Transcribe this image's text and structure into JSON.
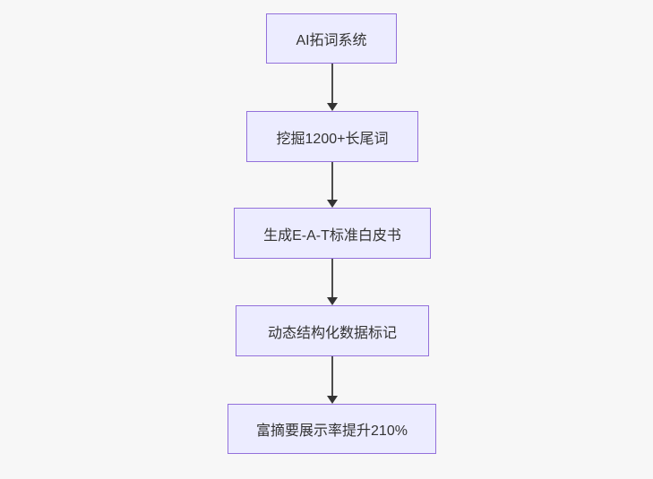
{
  "diagram": {
    "type": "flowchart",
    "direction": "top-down",
    "nodes": [
      {
        "id": "n1",
        "label": "AI拓词系统"
      },
      {
        "id": "n2",
        "label": "挖掘1200+长尾词"
      },
      {
        "id": "n3",
        "label": "生成E-A-T标准白皮书"
      },
      {
        "id": "n4",
        "label": "动态结构化数据标记"
      },
      {
        "id": "n5",
        "label": "富摘要展示率提升210%"
      }
    ],
    "edges": [
      {
        "from": "n1",
        "to": "n2"
      },
      {
        "from": "n2",
        "to": "n3"
      },
      {
        "from": "n3",
        "to": "n4"
      },
      {
        "from": "n4",
        "to": "n5"
      }
    ],
    "colors": {
      "node_fill": "#ececff",
      "node_border": "#9370db",
      "node_text": "#333333",
      "arrow": "#333333",
      "background": "#f7f7f7"
    }
  }
}
